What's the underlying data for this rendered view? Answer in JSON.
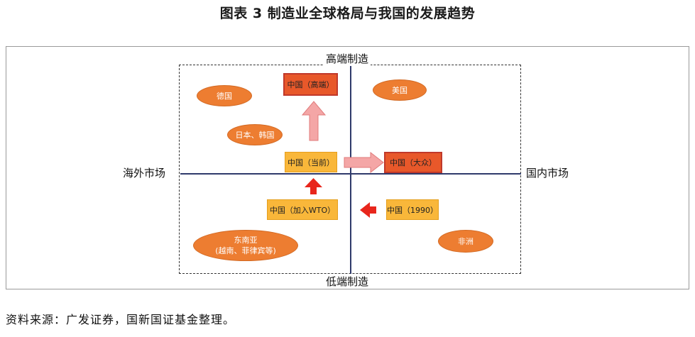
{
  "title": "图表 3 制造业全球格局与我国的发展趋势",
  "axes": {
    "top": "高端制造",
    "bottom": "低端制造",
    "left": "海外市场",
    "right": "国内市场"
  },
  "nodes": {
    "china_high": "中国（高端）",
    "china_current": "中国（当前）",
    "china_mass": "中国（大众）",
    "china_wto": "中国（加入WTO）",
    "china_1990": "中国（1990）"
  },
  "regions": {
    "germany": "德国",
    "usa": "美国",
    "japan_korea": "日本、韩国",
    "sea_line1": "东南亚",
    "sea_line2": "(越南、菲律宾等)",
    "africa": "非洲"
  },
  "source": "资料来源：广发证券，国新国证基金整理。",
  "colors": {
    "red_box": "#e8582a",
    "yellow_box": "#f9b73a",
    "oval": "#ed7d31",
    "axis": "#2f3a6b",
    "arrow_light": "#f4a6a6",
    "arrow_strong": "#e8261c"
  }
}
